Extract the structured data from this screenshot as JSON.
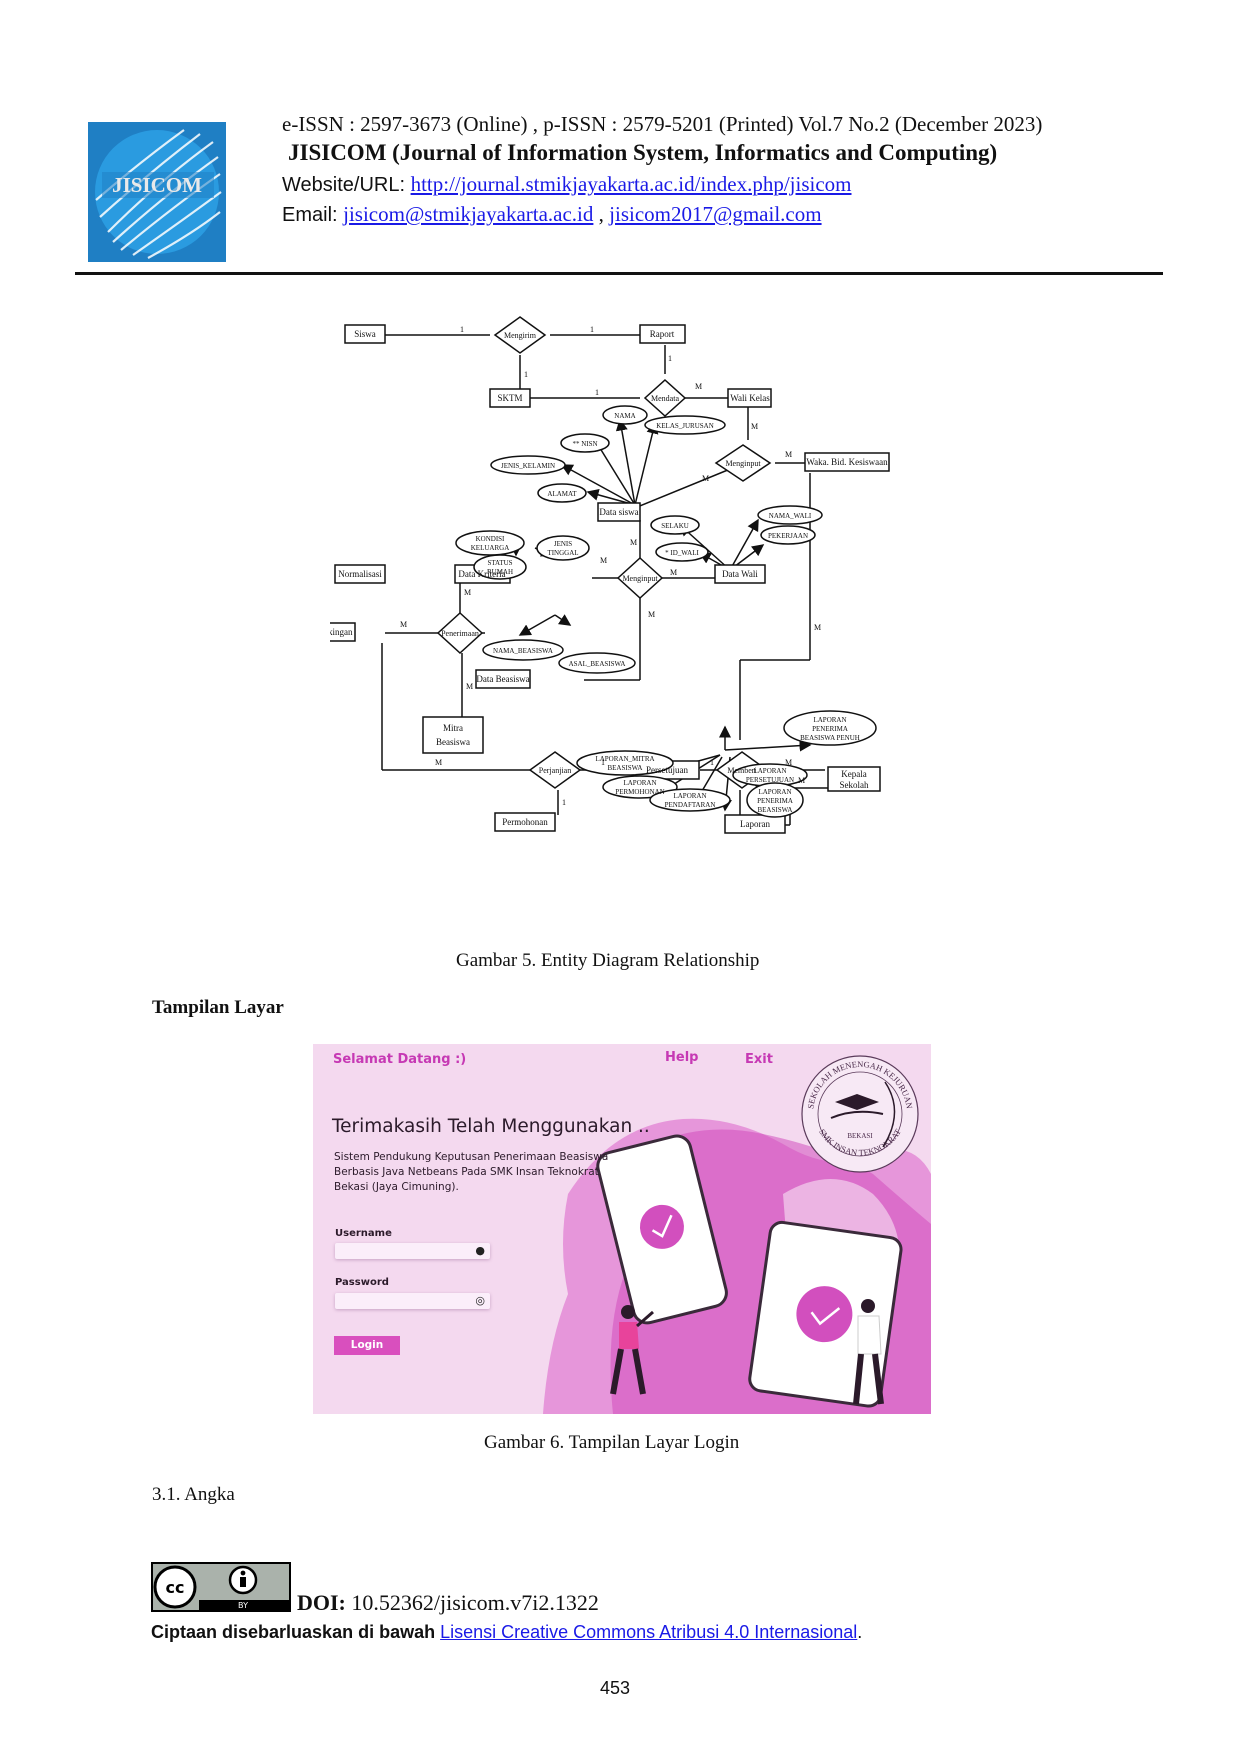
{
  "header": {
    "logo_text": "JISICOM",
    "issn_line": "e-ISSN : 2597-3673 (Online) , p-ISSN : 2579-5201 (Printed) Vol.7 No.2  (December 2023)",
    "journal_title": "JISICOM (Journal of Information System, Informatics and Computing)",
    "website_label": "Website/URL: ",
    "website_url": "http://journal.stmikjayakarta.ac.id/index.php/jisicom",
    "email_label": "Email: ",
    "email_1": "jisicom@stmikjayakarta.ac.id",
    "email_sep": " , ",
    "email_2": "jisicom2017@gmail.com"
  },
  "erd": {
    "entities": {
      "siswa": "Siswa",
      "raport": "Raport",
      "sktm": "SKTM",
      "wali_kelas": "Wali Kelas",
      "waka": "Waka. Bid. Kesiswaan",
      "data_siswa": "Data siswa",
      "normalisasi": "Normalisasi",
      "data_kriteria": "Data Kriteria",
      "data_wali": "Data Wali",
      "perankingan": "Perankingan",
      "data_beasiswa": "Data Beasiswa",
      "mitra_beasiswa_1": "Mitra",
      "mitra_beasiswa_2": "Beasiswa",
      "persetujuan": "Persetujuan",
      "kepala_1": "Kepala",
      "kepala_2": "Sekolah",
      "permohonan": "Permohonan",
      "laporan": "Laporan"
    },
    "relations": {
      "mengirim": "Mengirim",
      "mendata": "Mendata",
      "menginput_1": "Menginput",
      "menginput_2": "Menginput",
      "penerimaan": "Penerimaan",
      "perjanjian": "Perjanjian",
      "memberi": "Memberi"
    },
    "attributes": {
      "nisn": "** NISN",
      "nama": "NAMA",
      "kelas_jurusan": "KELAS_JURUSAN",
      "jenis_kelamin": "JENIS_KELAMIN",
      "alamat": "ALAMAT",
      "selaku": "SELAKU",
      "id_wali": "* ID_WALI",
      "nama_wali": "NAMA_WALI",
      "pekerjaan": "PEKERJAAN",
      "kondisi_1": "KONDISI",
      "kondisi_2": "KELUARGA",
      "jenis_1": "JENIS",
      "jenis_2": "TINGGAL",
      "status_1": "STATUS",
      "status_2": "RUMAH",
      "nama_beasiswa": "NAMA_BEASISWA",
      "asal_beasiswa": "ASAL_BEASISWA",
      "lap_pp_1": "LAPORAN",
      "lap_pp_2": "PENERIMA",
      "lap_pp_3": "BEASISWA PENUH",
      "lap_mitra_1": "LAPORAN_MITRA",
      "lap_mitra_2": "BEASISWA",
      "lap_perm_1": "LAPORAN",
      "lap_perm_2": "PERMOHONAN",
      "lap_pend_1": "LAPORAN",
      "lap_pend_2": "PENDAFTARAN",
      "lap_pers_1": "LAPORAN",
      "lap_pers_2": "PERSETUJUAN",
      "lap_pb_1": "LAPORAN",
      "lap_pb_2": "PENERIMA",
      "lap_pb_3": "BEASISWA"
    },
    "cardinalities": {
      "one": "1",
      "many": "M"
    }
  },
  "caption_fig5": "Gambar 5. Entity Diagram Relationship",
  "section_heading": "Tampilan Layar",
  "login_screen": {
    "welcome": "Selamat Datang :)",
    "help": "Help",
    "exit": "Exit",
    "title": "Terimakasih Telah Menggunakan ..",
    "description": "Sistem Pendukung Keputusan Penerimaan Beasiswa Berbasis Java Netbeans Pada SMK Insan Teknokrat Bekasi (Jaya Cimuning).",
    "username_label": "Username",
    "password_label": "Password",
    "login_button": "Login",
    "seal_top": "SEKOLAH MENENGAH KEJURUAN",
    "seal_mid": "BEKASI",
    "seal_bottom": "SMK INSAN TEKNOKRAT"
  },
  "caption_fig6": "Gambar 6. Tampilan Layar Login",
  "subsection": "3.1. Angka",
  "footer": {
    "cc_badge_text": "BY",
    "doi_label": "DOI:",
    "doi_value": " 10.52362/jisicom.v7i2.1322",
    "license_prefix": "Ciptaan disebarluaskan di bawah ",
    "license_link": "Lisensi Creative Commons Atribusi 4.0 Internasional",
    "license_suffix": ".",
    "page_number": "453"
  },
  "colors": {
    "link": "#1a1ae6",
    "logo_blue": "#1f7fc4",
    "login_accent": "#d94fbe",
    "login_bg": "#f3d7ee"
  }
}
